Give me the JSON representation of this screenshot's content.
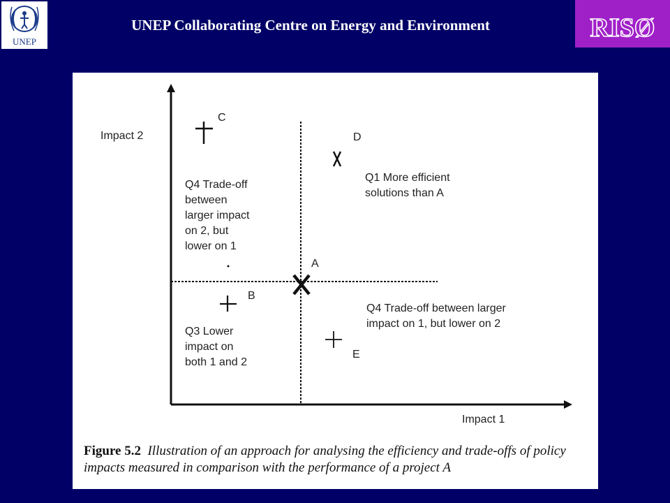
{
  "header": {
    "title": "UNEP Collaborating Centre on Energy and Environment",
    "unep_logo_text": "UNEP",
    "riso_logo_text": "RISØ"
  },
  "diagram": {
    "y_axis_label": "Impact 2",
    "x_axis_label": "Impact 1",
    "points": {
      "a": "A",
      "b": "B",
      "c": "C",
      "d": "D",
      "e": "E"
    },
    "quadrants": {
      "q1": "Q1 More efficient\nsolutions than A",
      "q4_top": "Q4 Trade-off\nbetween\nlarger impact\non 2, but\nlower on 1",
      "q3": "Q3 Lower\nimpact on\nboth 1 and 2",
      "q4_bottom": "Q4 Trade-off between larger\nimpact on 1, but lower on 2"
    }
  },
  "caption": {
    "figure_number": "Figure 5.2",
    "text": "Illustration of an approach for analysing the efficiency and trade-offs of policy impacts measured in comparison with the performance of a project A"
  },
  "colors": {
    "background": "#000066",
    "riso_brand": "#a020c8",
    "header_text": "#ffffff"
  }
}
